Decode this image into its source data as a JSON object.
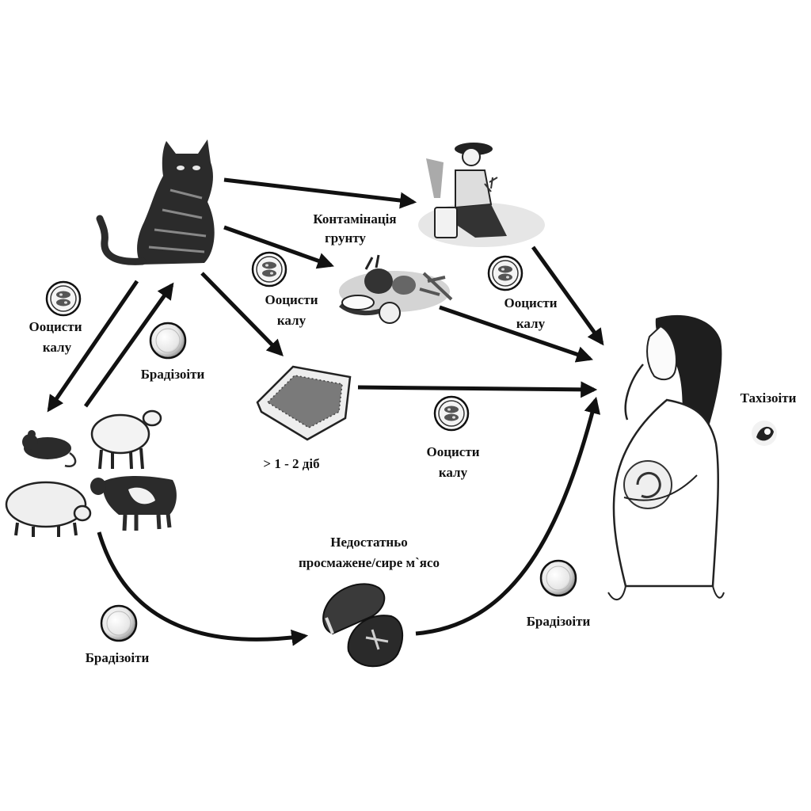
{
  "labels": {
    "soil_contamination_1": "Контамінація",
    "soil_contamination_2": "грунту",
    "oocysts_center_1": "Ооцисти",
    "oocysts_center_2": "калу",
    "oocysts_left_1": "Ооцисти",
    "oocysts_left_2": "калу",
    "oocysts_right_1": "Ооцисти",
    "oocysts_right_2": "калу",
    "oocysts_bottom_1": "Ооцисти",
    "oocysts_bottom_2": "калу",
    "bradyzoites_top": "Брадізоіти",
    "bradyzoites_bottom_left": "Брадізоіти",
    "bradyzoites_bottom_right": "Брадізоіти",
    "litter_time": "> 1 - 2 діб",
    "meat_1": "Недостатньо",
    "meat_2": "просмажене/сире м`ясо",
    "tachyzoites": "Тахізоіти"
  },
  "colors": {
    "ink": "#111111",
    "figure_fill": "#2b2b2b",
    "background": "#ffffff"
  },
  "icons": [
    "cat-icon",
    "gardener-icon",
    "vegetables-icon",
    "litter-box-icon",
    "rodent-icon",
    "sheep-icon",
    "pig-icon",
    "cow-icon",
    "raw-meat-icon",
    "pregnant-woman-icon",
    "oocyst-icon",
    "bradyzoite-icon",
    "tachyzoite-icon"
  ]
}
